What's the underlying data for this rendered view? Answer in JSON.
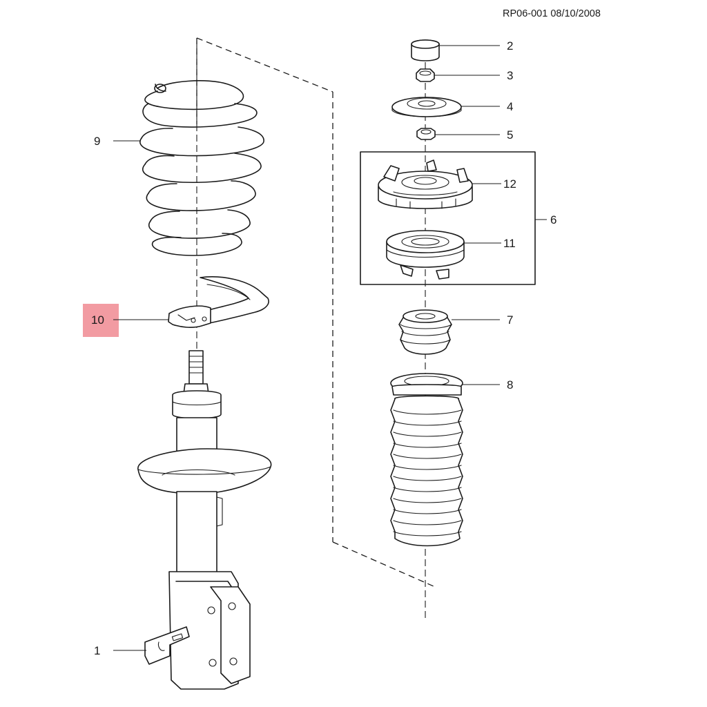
{
  "header": {
    "doc_id": "RP06-001 08/10/2008"
  },
  "colors": {
    "highlight": "#f08a92",
    "ink": "#1a1a1a",
    "background": "#ffffff"
  },
  "callouts": {
    "p1": "1",
    "p2": "2",
    "p3": "3",
    "p4": "4",
    "p5": "5",
    "p6": "6",
    "p7": "7",
    "p8": "8",
    "p9": "9",
    "p10": "10",
    "p11": "11",
    "p12": "12"
  },
  "highlighted_callout": "10"
}
